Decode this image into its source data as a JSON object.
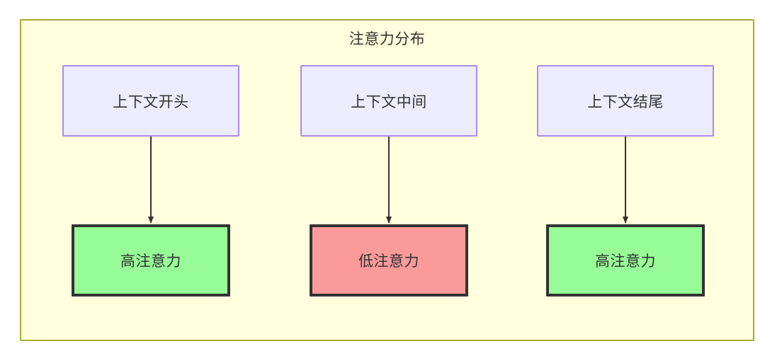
{
  "diagram": {
    "title": "注意力分布",
    "container": {
      "fill": "#ffffdd",
      "stroke": "#aaaa33"
    },
    "palette": {
      "context_fill": "#ececfd",
      "context_stroke": "#ab8ae8",
      "high_attention_fill": "#97fb97",
      "low_attention_fill": "#fa9a9a",
      "attention_stroke": "#333333",
      "edge_color": "#333333",
      "text_color": "#333333"
    },
    "columns": [
      {
        "id": "begin",
        "context_label": "上下文开头",
        "attention_label": "高注意力",
        "attention_level": "high"
      },
      {
        "id": "middle",
        "context_label": "上下文中间",
        "attention_label": "低注意力",
        "attention_level": "low"
      },
      {
        "id": "end",
        "context_label": "上下文结尾",
        "attention_label": "高注意力",
        "attention_level": "high"
      }
    ],
    "edges": [
      {
        "from": "上下文开头",
        "to": "高注意力",
        "label": ""
      },
      {
        "from": "上下文中间",
        "to": "低注意力",
        "label": ""
      },
      {
        "from": "上下文结尾",
        "to": "高注意力",
        "label": ""
      }
    ]
  }
}
